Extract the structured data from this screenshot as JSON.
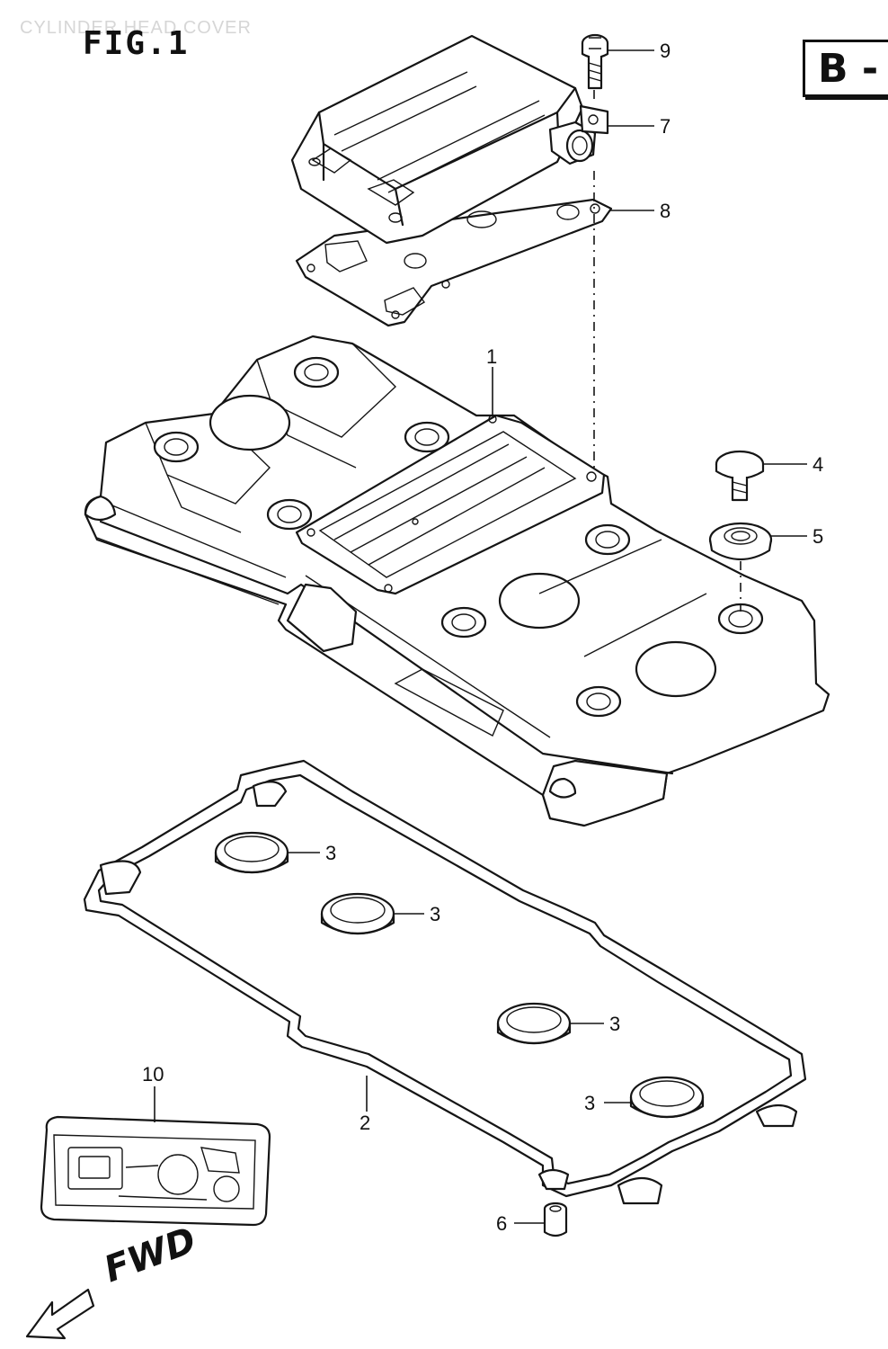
{
  "header": {
    "faint_title": "CYLINDER HEAD COVER",
    "figure_label": "FIG.1",
    "section_badge": "B -"
  },
  "callouts": {
    "c1": "1",
    "c2": "2",
    "c3a": "3",
    "c3b": "3",
    "c3c": "3",
    "c3d": "3",
    "c4": "4",
    "c5": "5",
    "c6": "6",
    "c7": "7",
    "c8": "8",
    "c9": "9",
    "c10": "10"
  },
  "direction": {
    "label": "FWD"
  }
}
